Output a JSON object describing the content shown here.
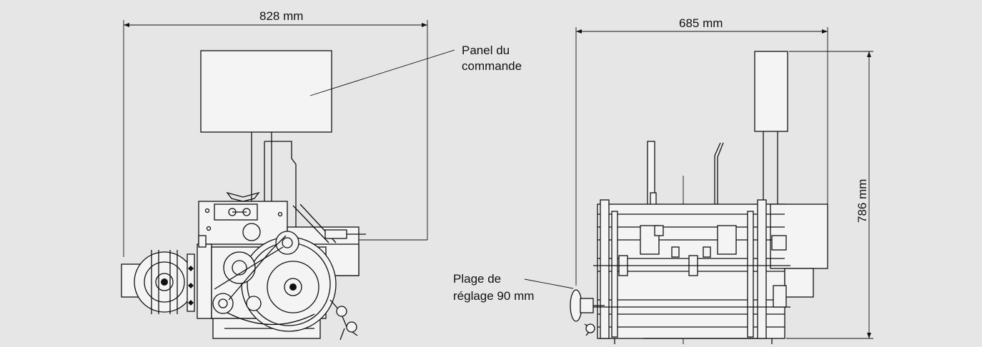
{
  "front_view": {
    "width_dimension": "828 mm",
    "callout": {
      "line1": "Panel du",
      "line2": "commande"
    }
  },
  "side_view": {
    "width_dimension": "685 mm",
    "height_dimension": "786 mm",
    "callout": {
      "line1": "Plage de",
      "line2": "réglage 90 mm"
    }
  },
  "colors": {
    "background": "#e6e6e6",
    "ink": "#111111",
    "part_fill": "#f4f4f4"
  }
}
